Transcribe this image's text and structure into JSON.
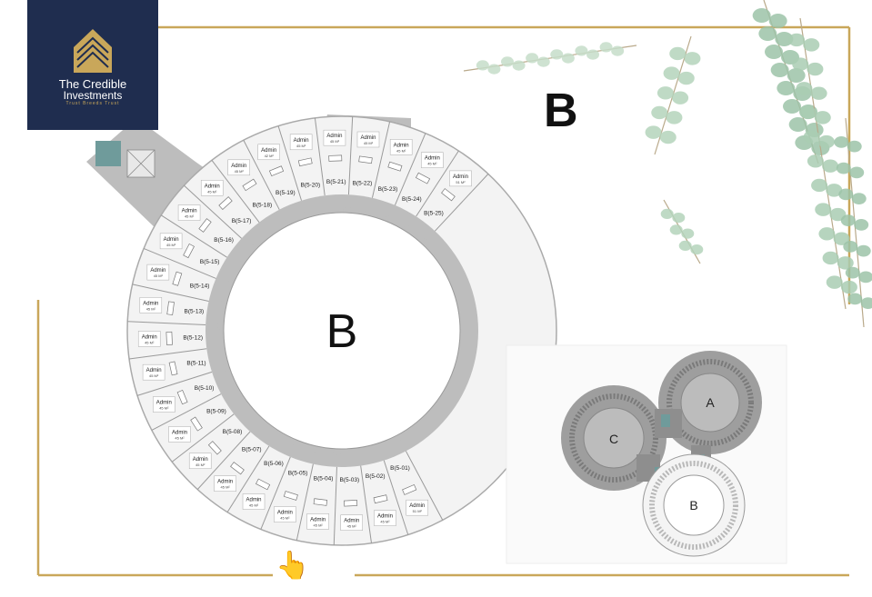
{
  "logo": {
    "title": "The Credible",
    "subtitle": "Investments",
    "tagline": "Trust Breeds Trust",
    "icon": "house-logo-icon"
  },
  "building": {
    "label": "B",
    "center_label": "B"
  },
  "units": [
    {
      "code": "B(5-01)",
      "type": "Admin",
      "area": "51 M²"
    },
    {
      "code": "B(5-02)",
      "type": "Admin",
      "area": "45 M²"
    },
    {
      "code": "B(5-03)",
      "type": "Admin",
      "area": "45 M²"
    },
    {
      "code": "B(5-04)",
      "type": "Admin",
      "area": "45 M²"
    },
    {
      "code": "B(5-05)",
      "type": "Admin",
      "area": "45 M²"
    },
    {
      "code": "B(5-06)",
      "type": "Admin",
      "area": "45 M²"
    },
    {
      "code": "B(5-07)",
      "type": "Admin",
      "area": "45 M²"
    },
    {
      "code": "B(5-08)",
      "type": "Admin",
      "area": "45 M²"
    },
    {
      "code": "B(5-09)",
      "type": "Admin",
      "area": "45 M²"
    },
    {
      "code": "B(5-10)",
      "type": "Admin",
      "area": "45 M²"
    },
    {
      "code": "B(5-11)",
      "type": "Admin",
      "area": "45 M²"
    },
    {
      "code": "B(5-12)",
      "type": "Admin",
      "area": "45 M²"
    },
    {
      "code": "B(5-13)",
      "type": "Admin",
      "area": "45 M²"
    },
    {
      "code": "B(5-14)",
      "type": "Admin",
      "area": "45 M²"
    },
    {
      "code": "B(5-15)",
      "type": "Admin",
      "area": "45 M²"
    },
    {
      "code": "B(5-16)",
      "type": "Admin",
      "area": "45 M²"
    },
    {
      "code": "B(5-17)",
      "type": "Admin",
      "area": "45 M²"
    },
    {
      "code": "B(5-18)",
      "type": "Admin",
      "area": "45 M²"
    },
    {
      "code": "B(5-19)",
      "type": "Admin",
      "area": "42 M²"
    },
    {
      "code": "B(5-20)",
      "type": "Admin",
      "area": "45 M²"
    },
    {
      "code": "B(5-21)",
      "type": "Admin",
      "area": "45 M²"
    },
    {
      "code": "B(5-22)",
      "type": "Admin",
      "area": "45 M²"
    },
    {
      "code": "B(5-23)",
      "type": "Admin",
      "area": "45 M²"
    },
    {
      "code": "B(5-24)",
      "type": "Admin",
      "area": "45 M²"
    },
    {
      "code": "B(5-25)",
      "type": "Admin",
      "area": "51 M²"
    }
  ],
  "key_plan": {
    "buildings": [
      "A",
      "C",
      "B"
    ],
    "highlighted": "B"
  },
  "colors": {
    "gold": "#c9a75a",
    "navy": "#1f2d4f",
    "core_gray": "#bdbdbd",
    "unit_fill": "#f2f2f2",
    "teal": "#6f9b9b"
  },
  "pointer_icon": "pointing-hand-icon"
}
